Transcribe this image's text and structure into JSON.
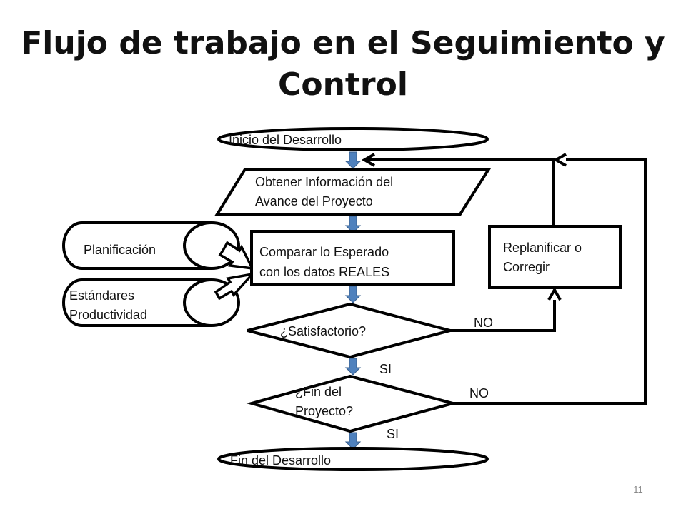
{
  "slide": {
    "title_line1": "Flujo de trabajo en el Seguimiento y",
    "title_line2": "Control",
    "page_number": "11"
  },
  "flow": {
    "start": "Inicio del Desarrollo",
    "obtain_line1": "Obtener Información del",
    "obtain_line2": "Avance del Proyecto",
    "compare_line1": "Comparar lo Esperado",
    "compare_line2": "con los datos REALES",
    "planning": "Planificación",
    "standards_line1": "Estándares",
    "standards_line2": "Productividad",
    "satisfactory": "¿Satisfactorio?",
    "end_project_line1": "¿Fin del",
    "end_project_line2": "Proyecto?",
    "replan_line1": "Replanificar o",
    "replan_line2": "Corregir",
    "no_label_1": "NO",
    "si_label_1": "SI",
    "no_label_2": "NO",
    "si_label_2": "SI",
    "end": "Fin del Desarrollo"
  },
  "colors": {
    "connector_arrow": "#4f81bd",
    "stroke": "#000000"
  }
}
